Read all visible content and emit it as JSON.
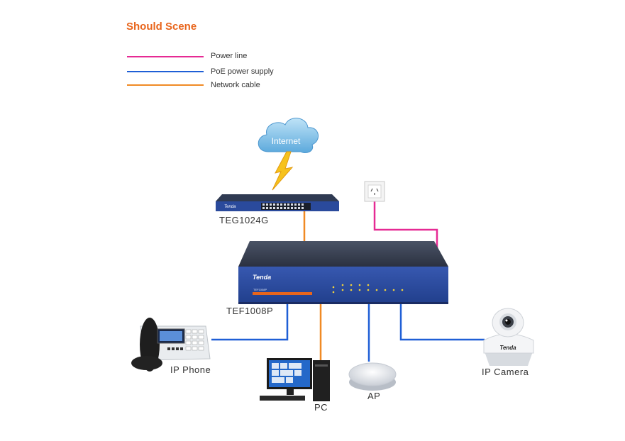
{
  "title": "Should Scene",
  "legend": [
    {
      "label": "Power line",
      "color": "#e62a94"
    },
    {
      "label": "PoE power supply",
      "color": "#1f5fd6"
    },
    {
      "label": "Network cable",
      "color": "#f08a24"
    }
  ],
  "cloud_label": "Internet",
  "devices": {
    "core_switch": "TEG1024G",
    "poe_switch": "TEF1008P",
    "ip_phone": "IP Phone",
    "pc": "PC",
    "ap": "AP",
    "ip_camera": "IP Camera"
  },
  "switch_brand": "Tenda",
  "camera_brand": "Tenda",
  "colors": {
    "switch_body": "#2a4a9c",
    "accent_orange": "#e8651c"
  }
}
